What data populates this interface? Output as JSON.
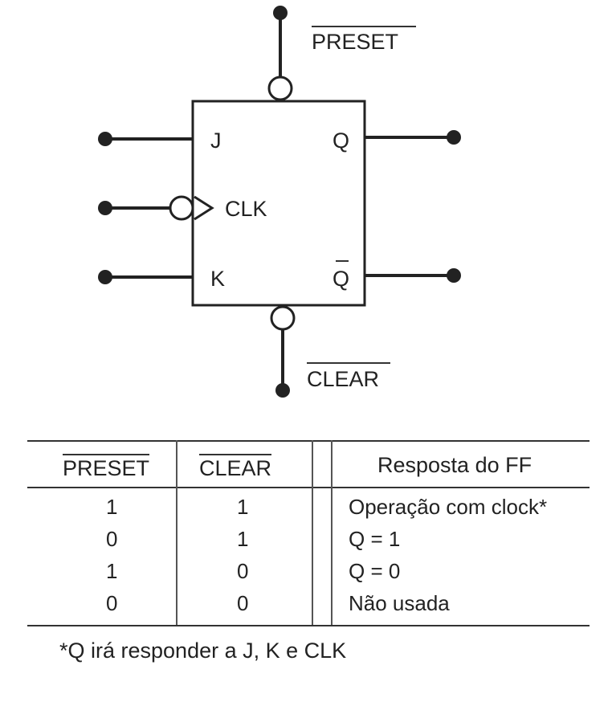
{
  "flipflop": {
    "inputs": {
      "j": "J",
      "clk": "CLK",
      "k": "K"
    },
    "outputs": {
      "q": "Q",
      "q_not": "Q"
    },
    "preset": "PRESET",
    "clear": "CLEAR"
  },
  "table": {
    "headers": [
      "PRESET",
      "CLEAR",
      "Resposta do FF"
    ],
    "rows": [
      [
        "1",
        "1",
        "Operação com clock*"
      ],
      [
        "0",
        "1",
        "Q = 1"
      ],
      [
        "1",
        "0",
        "Q = 0"
      ],
      [
        "0",
        "0",
        "Não usada"
      ]
    ]
  },
  "footnote": "*Q irá responder a J, K e CLK"
}
